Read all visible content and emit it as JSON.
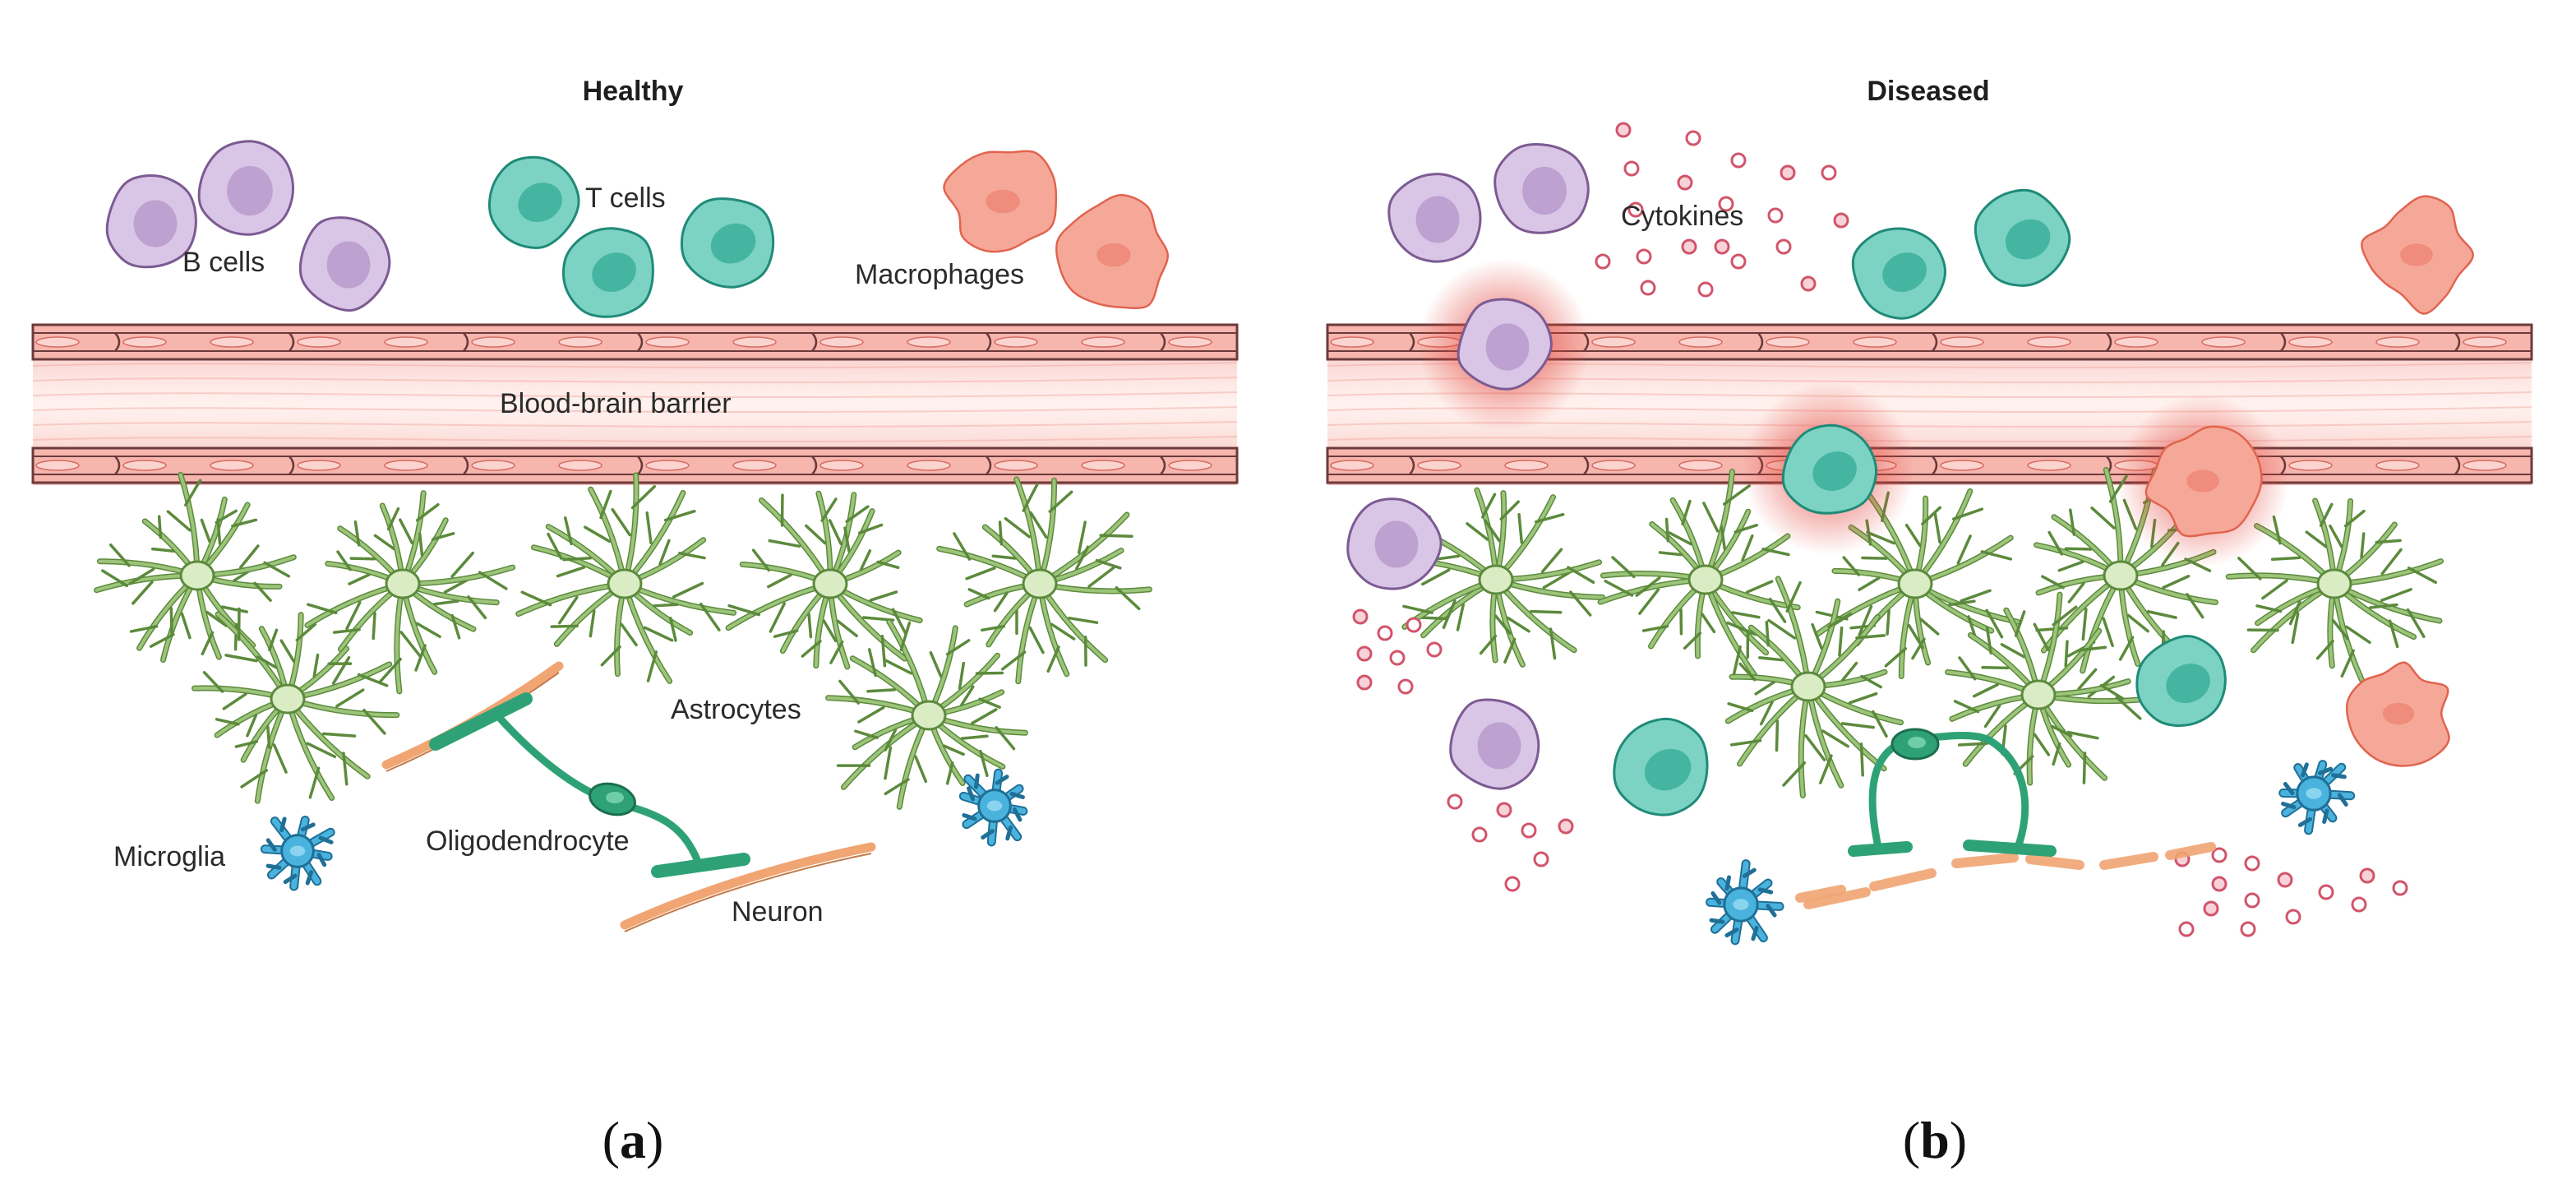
{
  "panels": [
    {
      "title": "Healthy",
      "caption_letter": "a",
      "labels": {
        "b_cells": "B cells",
        "t_cells": "T cells",
        "macrophages": "Macrophages",
        "bbb": "Blood-brain barrier",
        "astrocytes": "Astrocytes",
        "microglia": "Microglia",
        "oligodendrocyte": "Oligodendrocyte",
        "neuron": "Neuron"
      }
    },
    {
      "title": "Diseased",
      "caption_letter": "b",
      "labels": {
        "cytokines": "Cytokines"
      }
    }
  ],
  "caption_parens": {
    "open": "(",
    "close": ")"
  },
  "colors": {
    "b_cell": "#d9c6e6",
    "b_cell_nucleus": "#b79acb",
    "b_cell_outline": "#7c5a92",
    "t_cell": "#7dd3c3",
    "t_cell_nucleus": "#3fb19e",
    "t_cell_outline": "#1f8a78",
    "macrophage": "#f6a898",
    "macrophage_outline": "#e0644f",
    "vessel": "#f4b3ac",
    "vessel_dark": "#e8746b",
    "vessel_outline": "#6b3a3a",
    "astrocyte": "#9cc47a",
    "astrocyte_body": "#d9ecc4",
    "astrocyte_outline": "#5c8a3c",
    "oligodendrocyte": "#2ea276",
    "neuron": "#f0a572",
    "microglia": "#4ab3dd",
    "microglia_outline": "#1f6f97",
    "cytokine": "#ffffff",
    "cytokine_outline": "#d2546a"
  }
}
